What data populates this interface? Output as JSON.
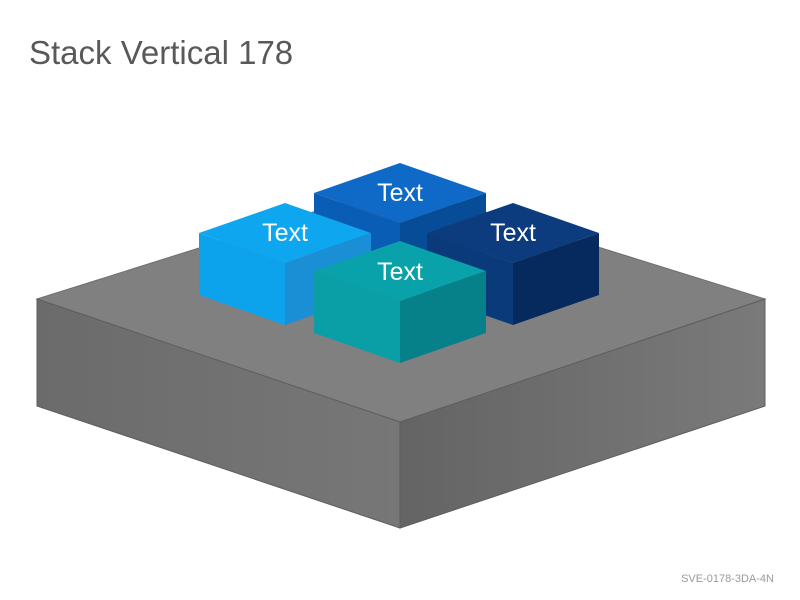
{
  "slide": {
    "title": "Stack Vertical 178",
    "code": "SVE-0178-3DA-4N"
  },
  "boxes": [
    {
      "id": "back",
      "label": "Text",
      "color": "#0a66c2"
    },
    {
      "id": "left",
      "label": "Text",
      "color": "#0ea5ec"
    },
    {
      "id": "right",
      "label": "Text",
      "color": "#0b3a78"
    },
    {
      "id": "front",
      "label": "Text",
      "color": "#0aa0a8"
    }
  ],
  "colors": {
    "platform": "#808080",
    "title_text": "#595959",
    "footer_text": "#9a9a9a"
  }
}
